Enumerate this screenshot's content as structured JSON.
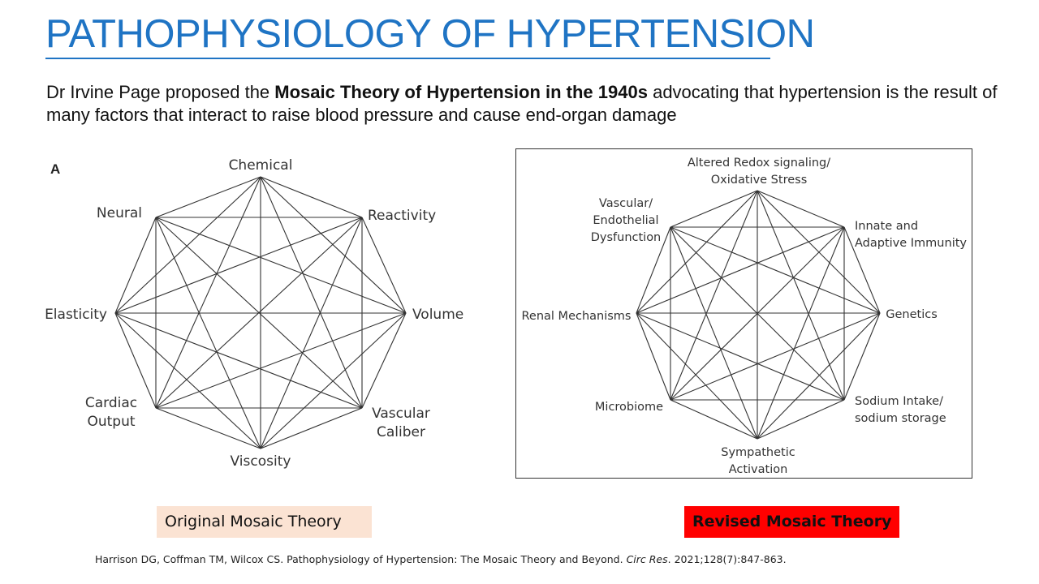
{
  "title": "PATHOPHYSIOLOGY OF HYPERTENSION",
  "intro": {
    "text_before": "Dr Irvine Page proposed the ",
    "bold": "Mosaic Theory of Hypertension in the 1940s",
    "text_after": " advocating that hypertension is the result of many factors that interact to raise blood pressure and cause end-organ damage"
  },
  "diagram_original": {
    "panel_label": "A",
    "caption": "Original Mosaic Theory",
    "nodes": [
      {
        "label": "Chemical"
      },
      {
        "label": "Reactivity"
      },
      {
        "label": "Volume"
      },
      {
        "label": "Vascular\nCaliber"
      },
      {
        "label": "Viscosity"
      },
      {
        "label": "Cardiac\nOutput"
      },
      {
        "label": "Elasticity"
      },
      {
        "label": "Neural"
      }
    ]
  },
  "diagram_revised": {
    "caption": "Revised Mosaic Theory",
    "nodes": [
      {
        "label": "Altered Redox signaling/\nOxidative Stress"
      },
      {
        "label": "Innate and\nAdaptive Immunity"
      },
      {
        "label": "Genetics"
      },
      {
        "label": "Sodium Intake/\nsodium storage"
      },
      {
        "label": "Sympathetic\nActivation"
      },
      {
        "label": "Microbiome"
      },
      {
        "label": "Renal Mechanisms"
      },
      {
        "label": "Vascular/\nEndothelial\nDysfunction"
      }
    ]
  },
  "citation": {
    "text": "Harrison DG, Coffman TM, Wilcox CS. Pathophysiology of Hypertension: The Mosaic Theory and Beyond. ",
    "journal": "Circ Res",
    "rest": ". 2021;128(7):847-863."
  },
  "colors": {
    "title": "#1f74c4",
    "caption_original_bg": "#fbe3d3",
    "caption_revised_bg": "#ff0000",
    "line": "#333333"
  }
}
